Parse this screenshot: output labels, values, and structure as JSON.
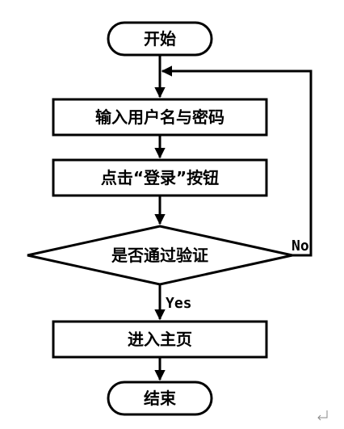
{
  "flowchart": {
    "nodes": {
      "start": "开始",
      "input": "输入用户名与密码",
      "click": "点击“登录”按钮",
      "decision": "是否通过验证",
      "enter": "进入主页",
      "end": "结束"
    },
    "edges": {
      "no": "No",
      "yes": "Yes"
    }
  }
}
